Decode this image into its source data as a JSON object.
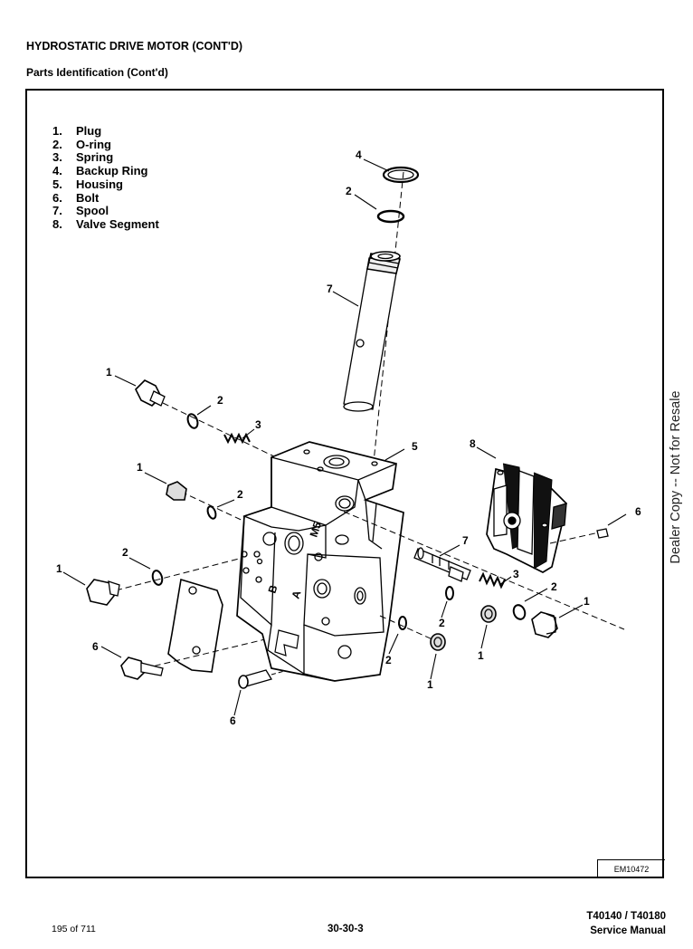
{
  "header": {
    "title": "HYDROSTATIC DRIVE MOTOR (CONT'D)",
    "subtitle": "Parts Identification (Cont'd)"
  },
  "legend": [
    {
      "num": "1.",
      "label": "Plug"
    },
    {
      "num": "2.",
      "label": "O-ring"
    },
    {
      "num": "3.",
      "label": "Spring"
    },
    {
      "num": "4.",
      "label": "Backup Ring"
    },
    {
      "num": "5.",
      "label": "Housing"
    },
    {
      "num": "6.",
      "label": "Bolt"
    },
    {
      "num": "7.",
      "label": "Spool"
    },
    {
      "num": "8.",
      "label": "Valve Segment"
    }
  ],
  "callouts": {
    "plug": "1",
    "oring": "2",
    "spring": "3",
    "backup_ring": "4",
    "housing": "5",
    "bolt": "6",
    "spool": "7",
    "valve_segment": "8"
  },
  "housing_markings": {
    "m5": "M5",
    "a": "A",
    "b": "B"
  },
  "figure_code": "EM10472",
  "watermark": "Dealer Copy -- Not for Resale",
  "footer": {
    "page_count": "195 of 711",
    "page_number": "30-30-3",
    "model": "T40140 / T40180",
    "manual": "Service Manual"
  }
}
